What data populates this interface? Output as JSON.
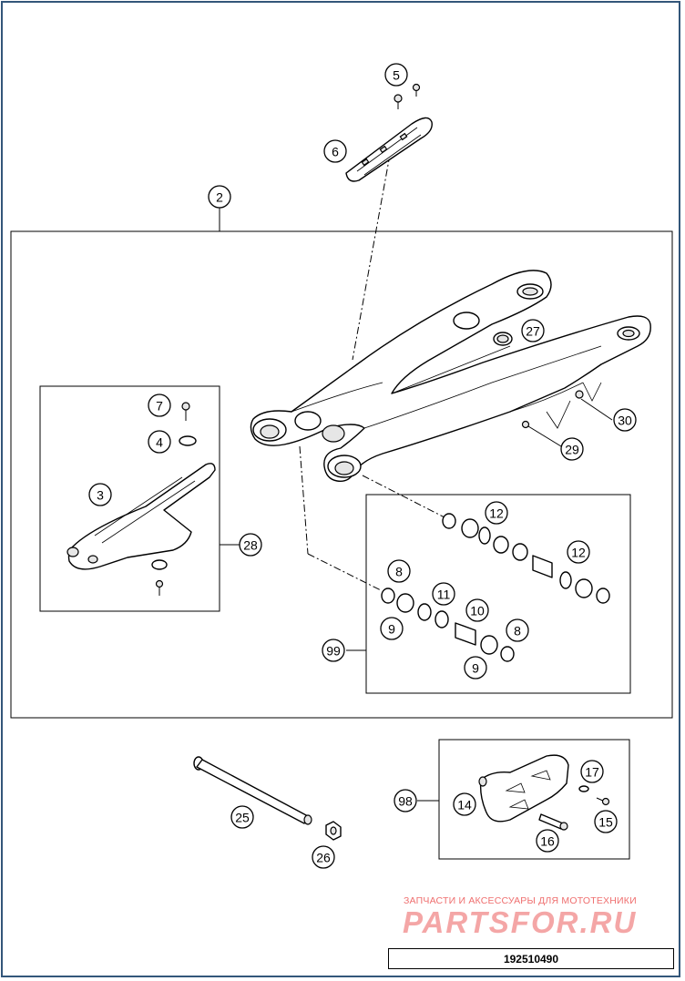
{
  "callouts": [
    {
      "label": "5"
    },
    {
      "label": "6"
    },
    {
      "label": "2"
    },
    {
      "label": "27"
    },
    {
      "label": "7"
    },
    {
      "label": "4"
    },
    {
      "label": "3"
    },
    {
      "label": "28"
    },
    {
      "label": "30"
    },
    {
      "label": "29"
    },
    {
      "label": "12"
    },
    {
      "label": "12"
    },
    {
      "label": "8"
    },
    {
      "label": "11"
    },
    {
      "label": "10"
    },
    {
      "label": "9"
    },
    {
      "label": "8"
    },
    {
      "label": "99"
    },
    {
      "label": "9"
    },
    {
      "label": "17"
    },
    {
      "label": "98"
    },
    {
      "label": "14"
    },
    {
      "label": "15"
    },
    {
      "label": "25"
    },
    {
      "label": "16"
    },
    {
      "label": "26"
    }
  ],
  "watermark": {
    "subtitle": "ЗАПЧАСТИ И АКСЕССУАРЫ ДЛЯ МОТОТЕХНИКИ",
    "logo": "PARTSFOR.RU"
  },
  "document_number": "192510490",
  "colors": {
    "frame": "#33567a",
    "watermark": "#ef6f6f"
  }
}
